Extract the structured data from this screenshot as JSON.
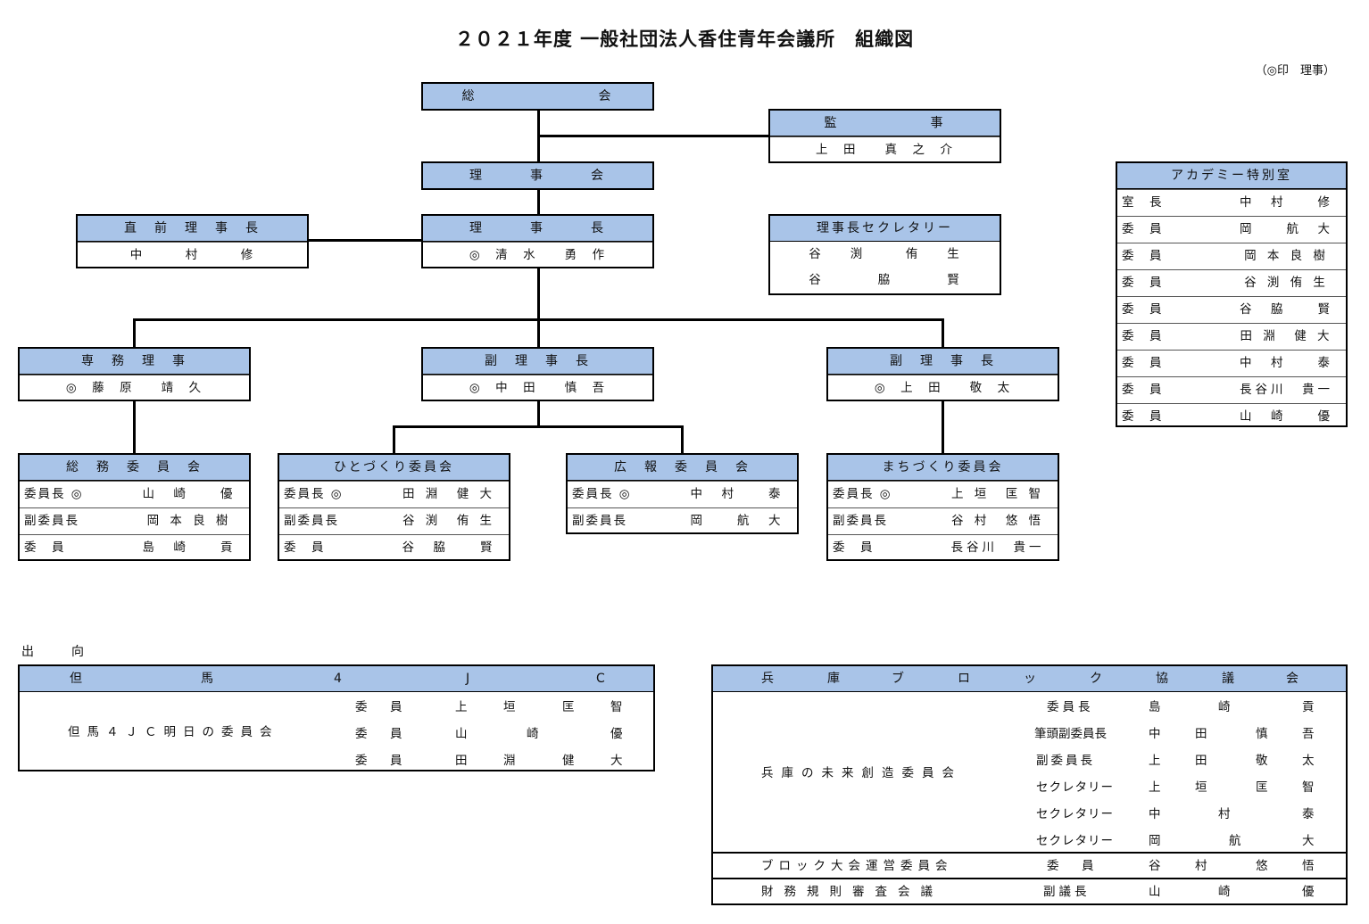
{
  "title": "２０２１年度 一般社団法人香住青年会議所　組織図",
  "legend_note": "（◎印　理事）",
  "general_meeting": "総　　　　　　　　会",
  "auditor": {
    "header": "監　　　　　　事",
    "name": "上　田　　真　之　介"
  },
  "board": "理　　　事　　　会",
  "president": {
    "header": "理　　　事　　　長",
    "name": "◎　清　水　　勇　作"
  },
  "past_president": {
    "header": "直　前　理　事　長",
    "name": "中　　　村　　　修"
  },
  "secretary": {
    "header": "理事長セクレタリー",
    "names": [
      "谷　　渕　　　侑　　生",
      "谷　　　　脇　　　　賢"
    ]
  },
  "academy": {
    "header": "アカデミー特別室",
    "members": [
      {
        "role": "室　長",
        "name": "中　村　　修"
      },
      {
        "role": "委　員",
        "name": "岡　　航　大"
      },
      {
        "role": "委　員",
        "name": "岡 本 良 樹"
      },
      {
        "role": "委　員",
        "name": "谷 渕 侑 生"
      },
      {
        "role": "委　員",
        "name": "谷　脇　　賢"
      },
      {
        "role": "委　員",
        "name": "田 淵　健 大"
      },
      {
        "role": "委　員",
        "name": "中　村　　泰"
      },
      {
        "role": "委　員",
        "name": "長谷川　貴一"
      },
      {
        "role": "委　員",
        "name": "山　崎　　優"
      }
    ]
  },
  "executive_director": {
    "header": "専　務　理　事",
    "name": "◎　藤　原　　靖　久"
  },
  "vp1": {
    "header": "副　理　事　長",
    "name": "◎　中　田　　慎　吾"
  },
  "vp2": {
    "header": "副　理　事　長",
    "name": "◎　上　田　　敬　太"
  },
  "committees": [
    {
      "header": "総　務　委　員　会",
      "rows": [
        {
          "role": "委員長 ◎",
          "name": "山　崎　　優"
        },
        {
          "role": "副委員長",
          "name": "岡 本 良 樹"
        },
        {
          "role": "委　員",
          "name": "島　崎　　貢"
        }
      ]
    },
    {
      "header": "ひとづくり委員会",
      "rows": [
        {
          "role": "委員長 ◎",
          "name": "田 淵　健 大"
        },
        {
          "role": "副委員長",
          "name": "谷 渕　侑 生"
        },
        {
          "role": "委　員",
          "name": "谷　脇　　賢"
        }
      ]
    },
    {
      "header": "広　報　委　員　会",
      "rows": [
        {
          "role": "委員長 ◎",
          "name": "中　村　　泰"
        },
        {
          "role": "副委員長",
          "name": "岡　　航　大"
        }
      ]
    },
    {
      "header": "まちづくり委員会",
      "rows": [
        {
          "role": "委員長 ◎",
          "name": "上 垣　匡 智"
        },
        {
          "role": "副委員長",
          "name": "谷 村　悠 悟"
        },
        {
          "role": "委　員",
          "name": "長谷川　貴一"
        }
      ]
    }
  ],
  "secondment_label": "出　向",
  "tajima": {
    "header": [
      "但",
      "馬",
      "4",
      "J",
      "C"
    ],
    "committee": "但馬４ＪＣ明日の委員会",
    "rows": [
      {
        "role": "委　員",
        "n1": "上",
        "n2": "垣",
        "n3": "匡",
        "n4": "智"
      },
      {
        "role": "委　員",
        "n1": "山",
        "n2": "崎",
        "n3": "",
        "n4": "優"
      },
      {
        "role": "委　員",
        "n1": "田",
        "n2": "淵",
        "n3": "健",
        "n4": "大"
      }
    ]
  },
  "hyogo": {
    "header": [
      "兵",
      "庫",
      "ブ",
      "ロ",
      "ッ",
      "ク",
      "協",
      "議",
      "会"
    ],
    "committee": "兵庫の未来創造委員会",
    "rows": [
      {
        "role": "委員長",
        "n1": "島",
        "n2": "崎",
        "n3": "",
        "n4": "貢"
      },
      {
        "role": "筆頭副委員長",
        "n1": "中",
        "n2": "田",
        "n3": "慎",
        "n4": "吾"
      },
      {
        "role": "副委員長",
        "n1": "上",
        "n2": "田",
        "n3": "敬",
        "n4": "太"
      },
      {
        "role": "セクレタリー",
        "n1": "上",
        "n2": "垣",
        "n3": "匡",
        "n4": "智"
      },
      {
        "role": "セクレタリー",
        "n1": "中",
        "n2": "村",
        "n3": "",
        "n4": "泰"
      },
      {
        "role": "セクレタリー",
        "n1": "岡",
        "n2": "航",
        "n3": "",
        "n4": "大"
      }
    ],
    "extra": [
      {
        "committee": "ブロック大会運営委員会",
        "role": "委　員",
        "n1": "谷",
        "n2": "村",
        "n3": "悠",
        "n4": "悟"
      },
      {
        "committee": "財務規則審査会議",
        "role": "副議長",
        "n1": "山",
        "n2": "崎",
        "n3": "",
        "n4": "優"
      }
    ]
  }
}
